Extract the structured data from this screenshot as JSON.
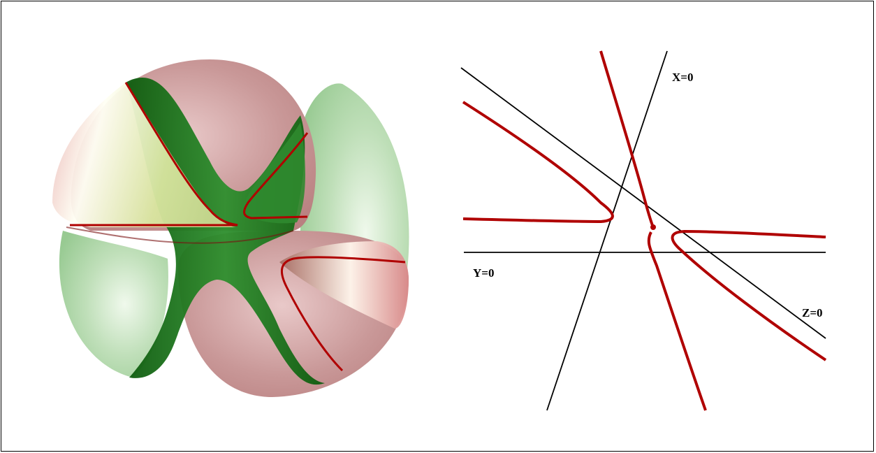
{
  "labels": {
    "x_line": "X=0",
    "y_line": "Y=0",
    "z_line": "Z=0"
  },
  "colors": {
    "curve": "#b00000",
    "line": "#000000",
    "surface_red": "#c08a8a",
    "surface_green": "#1f7f1f"
  }
}
